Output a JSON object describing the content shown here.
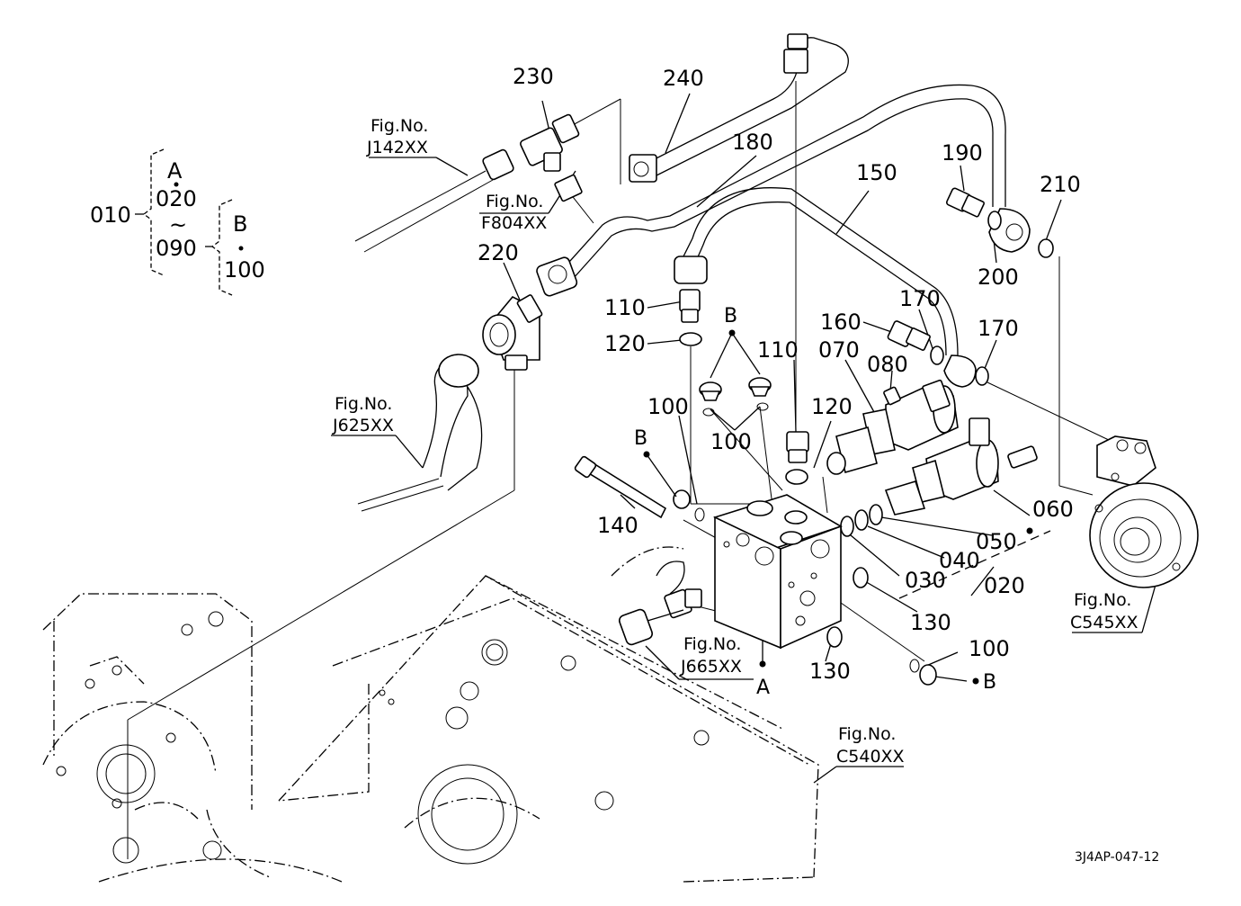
{
  "grouping": {
    "n010": "010",
    "a": "A",
    "n020": "020",
    "tilde": "~",
    "n090": "090",
    "b": "B",
    "n100": "100"
  },
  "callouts": {
    "c230": "230",
    "c240": "240",
    "c180": "180",
    "c150": "150",
    "c190": "190",
    "c210": "210",
    "c200": "200",
    "c220": "220",
    "c110a": "110",
    "c120a": "120",
    "cB_top": "B",
    "c160": "160",
    "c170a": "170",
    "c170b": "170",
    "c110b": "110",
    "c070": "070",
    "c080": "080",
    "c100a": "100",
    "c100b": "100",
    "c120b": "120",
    "cB_left": "B",
    "c140": "140",
    "c060": "060",
    "c050": "050",
    "c040": "040",
    "c030": "030",
    "c020": "020",
    "c130a": "130",
    "c130b": "130",
    "c100c": "100",
    "cB_right": "B",
    "cA": "A"
  },
  "figrefs": {
    "j142_label": "Fig.No.",
    "j142": "J142XX",
    "f804_label": "Fig.No.",
    "f804": "F804XX",
    "j625_label": "Fig.No.",
    "j625": "J625XX",
    "j665_label": "Fig.No.",
    "j665": "J665XX",
    "c545_label": "Fig.No.",
    "c545": "C545XX",
    "c540_label": "Fig.No.",
    "c540": "C540XX"
  },
  "drawing_code": "3J4AP-047-12"
}
